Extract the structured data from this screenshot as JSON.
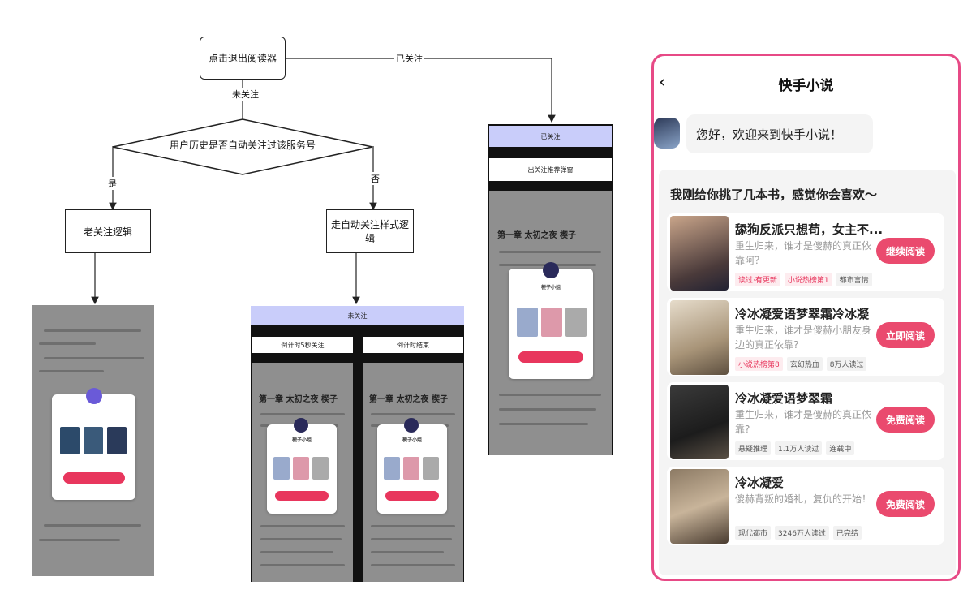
{
  "flow": {
    "start": "点击退出阅读器",
    "decision": "用户历史是否自动关注过该服务号",
    "old_logic": "老关注逻辑",
    "auto_logic": "走自动关注样式逻辑",
    "followed_top": "已关注",
    "followed_popup": "出关注推荐弹窗",
    "edge_followed": "已关注",
    "edge_not_followed": "未关注",
    "edge_yes": "是",
    "edge_no": "否"
  },
  "mock_screens": {
    "auto_header": "未关注",
    "countdown_left": "倒计时5秒关注",
    "countdown_right": "倒计时结束",
    "chapter_title": "第一章 太初之夜 楔子",
    "modal_name": "梗子小姐"
  },
  "panel": {
    "back_icon": "chevron-left-icon",
    "title": "快手小说",
    "greeting": "您好，欢迎来到快手小说！",
    "section_title": "我刚给你挑了几本书，感觉你会喜欢～",
    "books": [
      {
        "title": "舔狗反派只想苟，女主不...",
        "desc": "重生归来，谁才是傻赫的真正依靠阿？",
        "tags": [
          {
            "text": "读过·有更新",
            "pink": true
          },
          {
            "text": "小说热榜第1",
            "pink": true
          },
          {
            "text": "都市言情",
            "pink": false
          }
        ],
        "button": "继续阅读"
      },
      {
        "title": "冷冰凝爱语梦翠霜冷冰凝",
        "desc": "重生归来，谁才是傻赫小朋友身边的真正依靠?",
        "tags": [
          {
            "text": "小说热榜第8",
            "pink": true
          },
          {
            "text": "玄幻热血",
            "pink": false
          },
          {
            "text": "8万人读过",
            "pink": false
          }
        ],
        "button": "立即阅读"
      },
      {
        "title": "冷冰凝爱语梦翠霜",
        "desc": "重生归来，谁才是傻赫的真正依靠?",
        "tags": [
          {
            "text": "悬疑推理",
            "pink": false
          },
          {
            "text": "1.1万人读过",
            "pink": false
          },
          {
            "text": "连载中",
            "pink": false
          }
        ],
        "button": "免费阅读"
      },
      {
        "title": "冷冰凝爱",
        "desc": "傻赫背叛的婚礼，复仇的开始！",
        "tags": [
          {
            "text": "现代都市",
            "pink": false
          },
          {
            "text": "3246万人读过",
            "pink": false
          },
          {
            "text": "已完结",
            "pink": false
          }
        ],
        "button": "免费阅读"
      }
    ]
  }
}
